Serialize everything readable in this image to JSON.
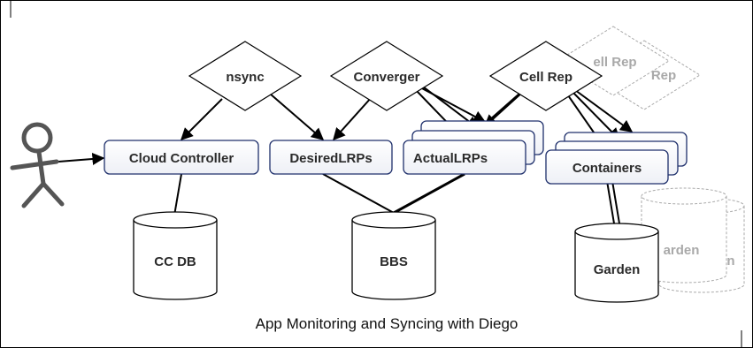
{
  "diagram": {
    "caption": "App Monitoring and Syncing with Diego",
    "processes": {
      "nsync": "nsync",
      "converger": "Converger",
      "cell_rep": "Cell Rep",
      "cell_rep_ghost_1": "ell Rep",
      "cell_rep_ghost_2": "Rep"
    },
    "boxes": {
      "cloud_controller": "Cloud Controller",
      "desired_lrps": "DesiredLRPs",
      "actual_lrps": "ActualLRPs",
      "containers": "Containers"
    },
    "stores": {
      "cc_db": "CC DB",
      "bbs": "BBS",
      "garden": "Garden",
      "garden_ghost_1": "arden",
      "garden_ghost_2": "n"
    },
    "actor": "user"
  }
}
